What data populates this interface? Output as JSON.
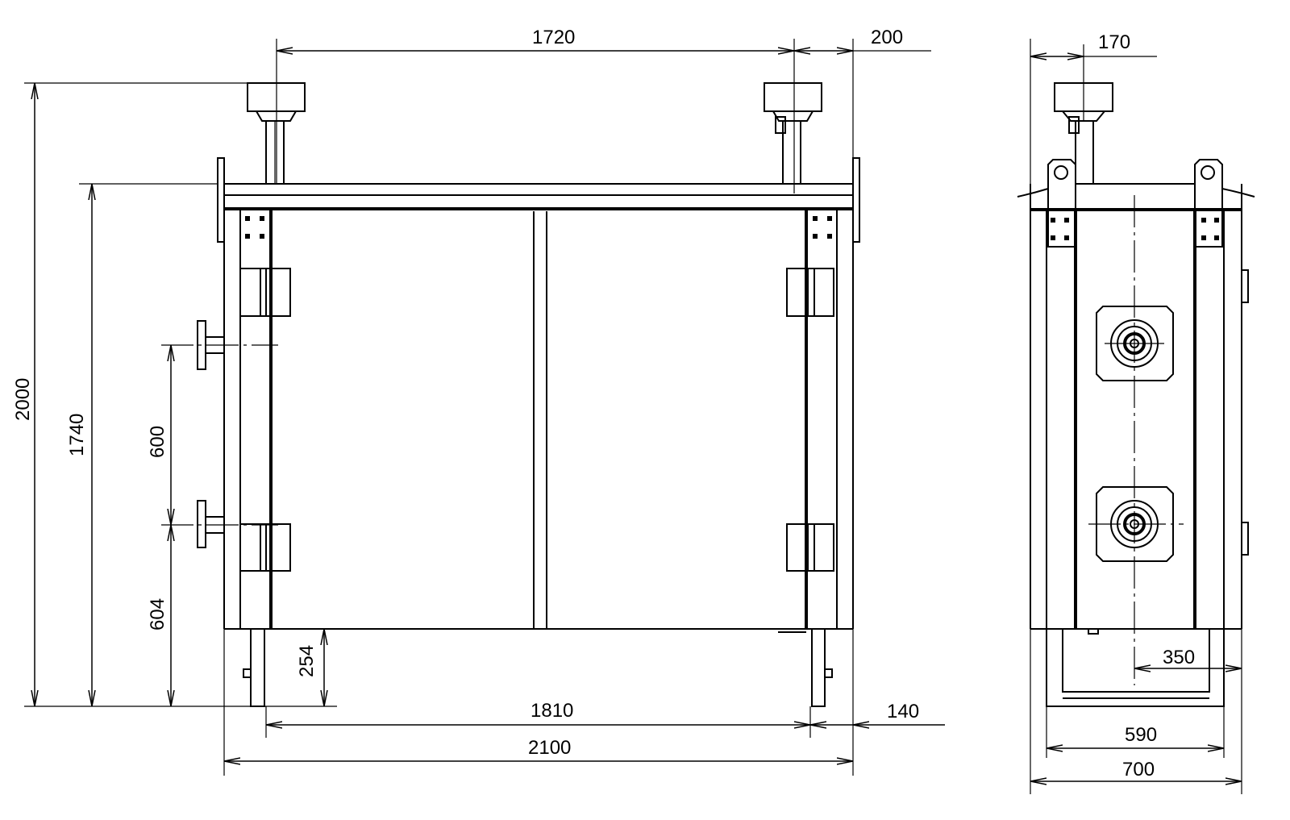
{
  "drawing": {
    "front_view": {
      "dimensions": {
        "support_spacing": "1720",
        "support_offset": "200",
        "total_height": "2000",
        "body_height": "1740",
        "nozzle_spacing": "600",
        "lower_nozzle_height": "604",
        "leg_height": "254",
        "leg_spacing": "1810",
        "leg_offset": "140",
        "total_width": "2100"
      }
    },
    "side_view": {
      "dimensions": {
        "support_offset": "170",
        "nozzle_offset": "350",
        "leg_width": "590",
        "total_depth": "700"
      }
    }
  }
}
